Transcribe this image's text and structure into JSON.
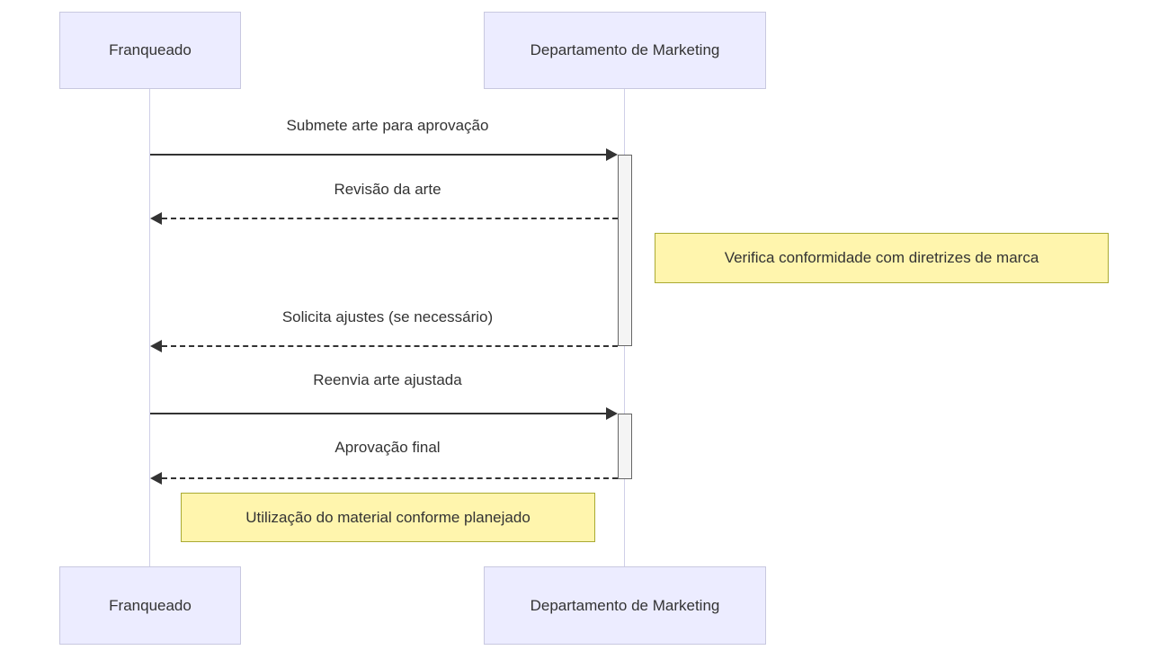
{
  "diagram": {
    "type": "sequence-diagram",
    "participants": [
      {
        "id": "franqueado",
        "label": "Franqueado"
      },
      {
        "id": "marketing",
        "label": "Departamento de Marketing"
      }
    ],
    "messages": [
      {
        "label": "Submete arte para aprovação",
        "from": "franqueado",
        "to": "marketing",
        "style": "solid"
      },
      {
        "label": "Revisão da arte",
        "from": "marketing",
        "to": "franqueado",
        "style": "dashed"
      },
      {
        "label": "Solicita ajustes (se necessário)",
        "from": "marketing",
        "to": "franqueado",
        "style": "dashed"
      },
      {
        "label": "Reenvia arte ajustada",
        "from": "franqueado",
        "to": "marketing",
        "style": "solid"
      },
      {
        "label": "Aprovação final",
        "from": "marketing",
        "to": "franqueado",
        "style": "dashed"
      }
    ],
    "notes": [
      {
        "label": "Verifica conformidade com diretrizes de marca",
        "position": "right-of-marketing"
      },
      {
        "label": "Utilização do material conforme planejado",
        "position": "over-center"
      }
    ],
    "colors": {
      "actor_fill": "#ECECFF",
      "actor_border": "#C8C8E0",
      "note_fill": "#FFF5AD",
      "note_border": "#AAAA33",
      "arrow": "#333333",
      "lifeline": "#CFCFE8",
      "activation_fill": "#F4F4F4",
      "activation_border": "#666666"
    }
  }
}
